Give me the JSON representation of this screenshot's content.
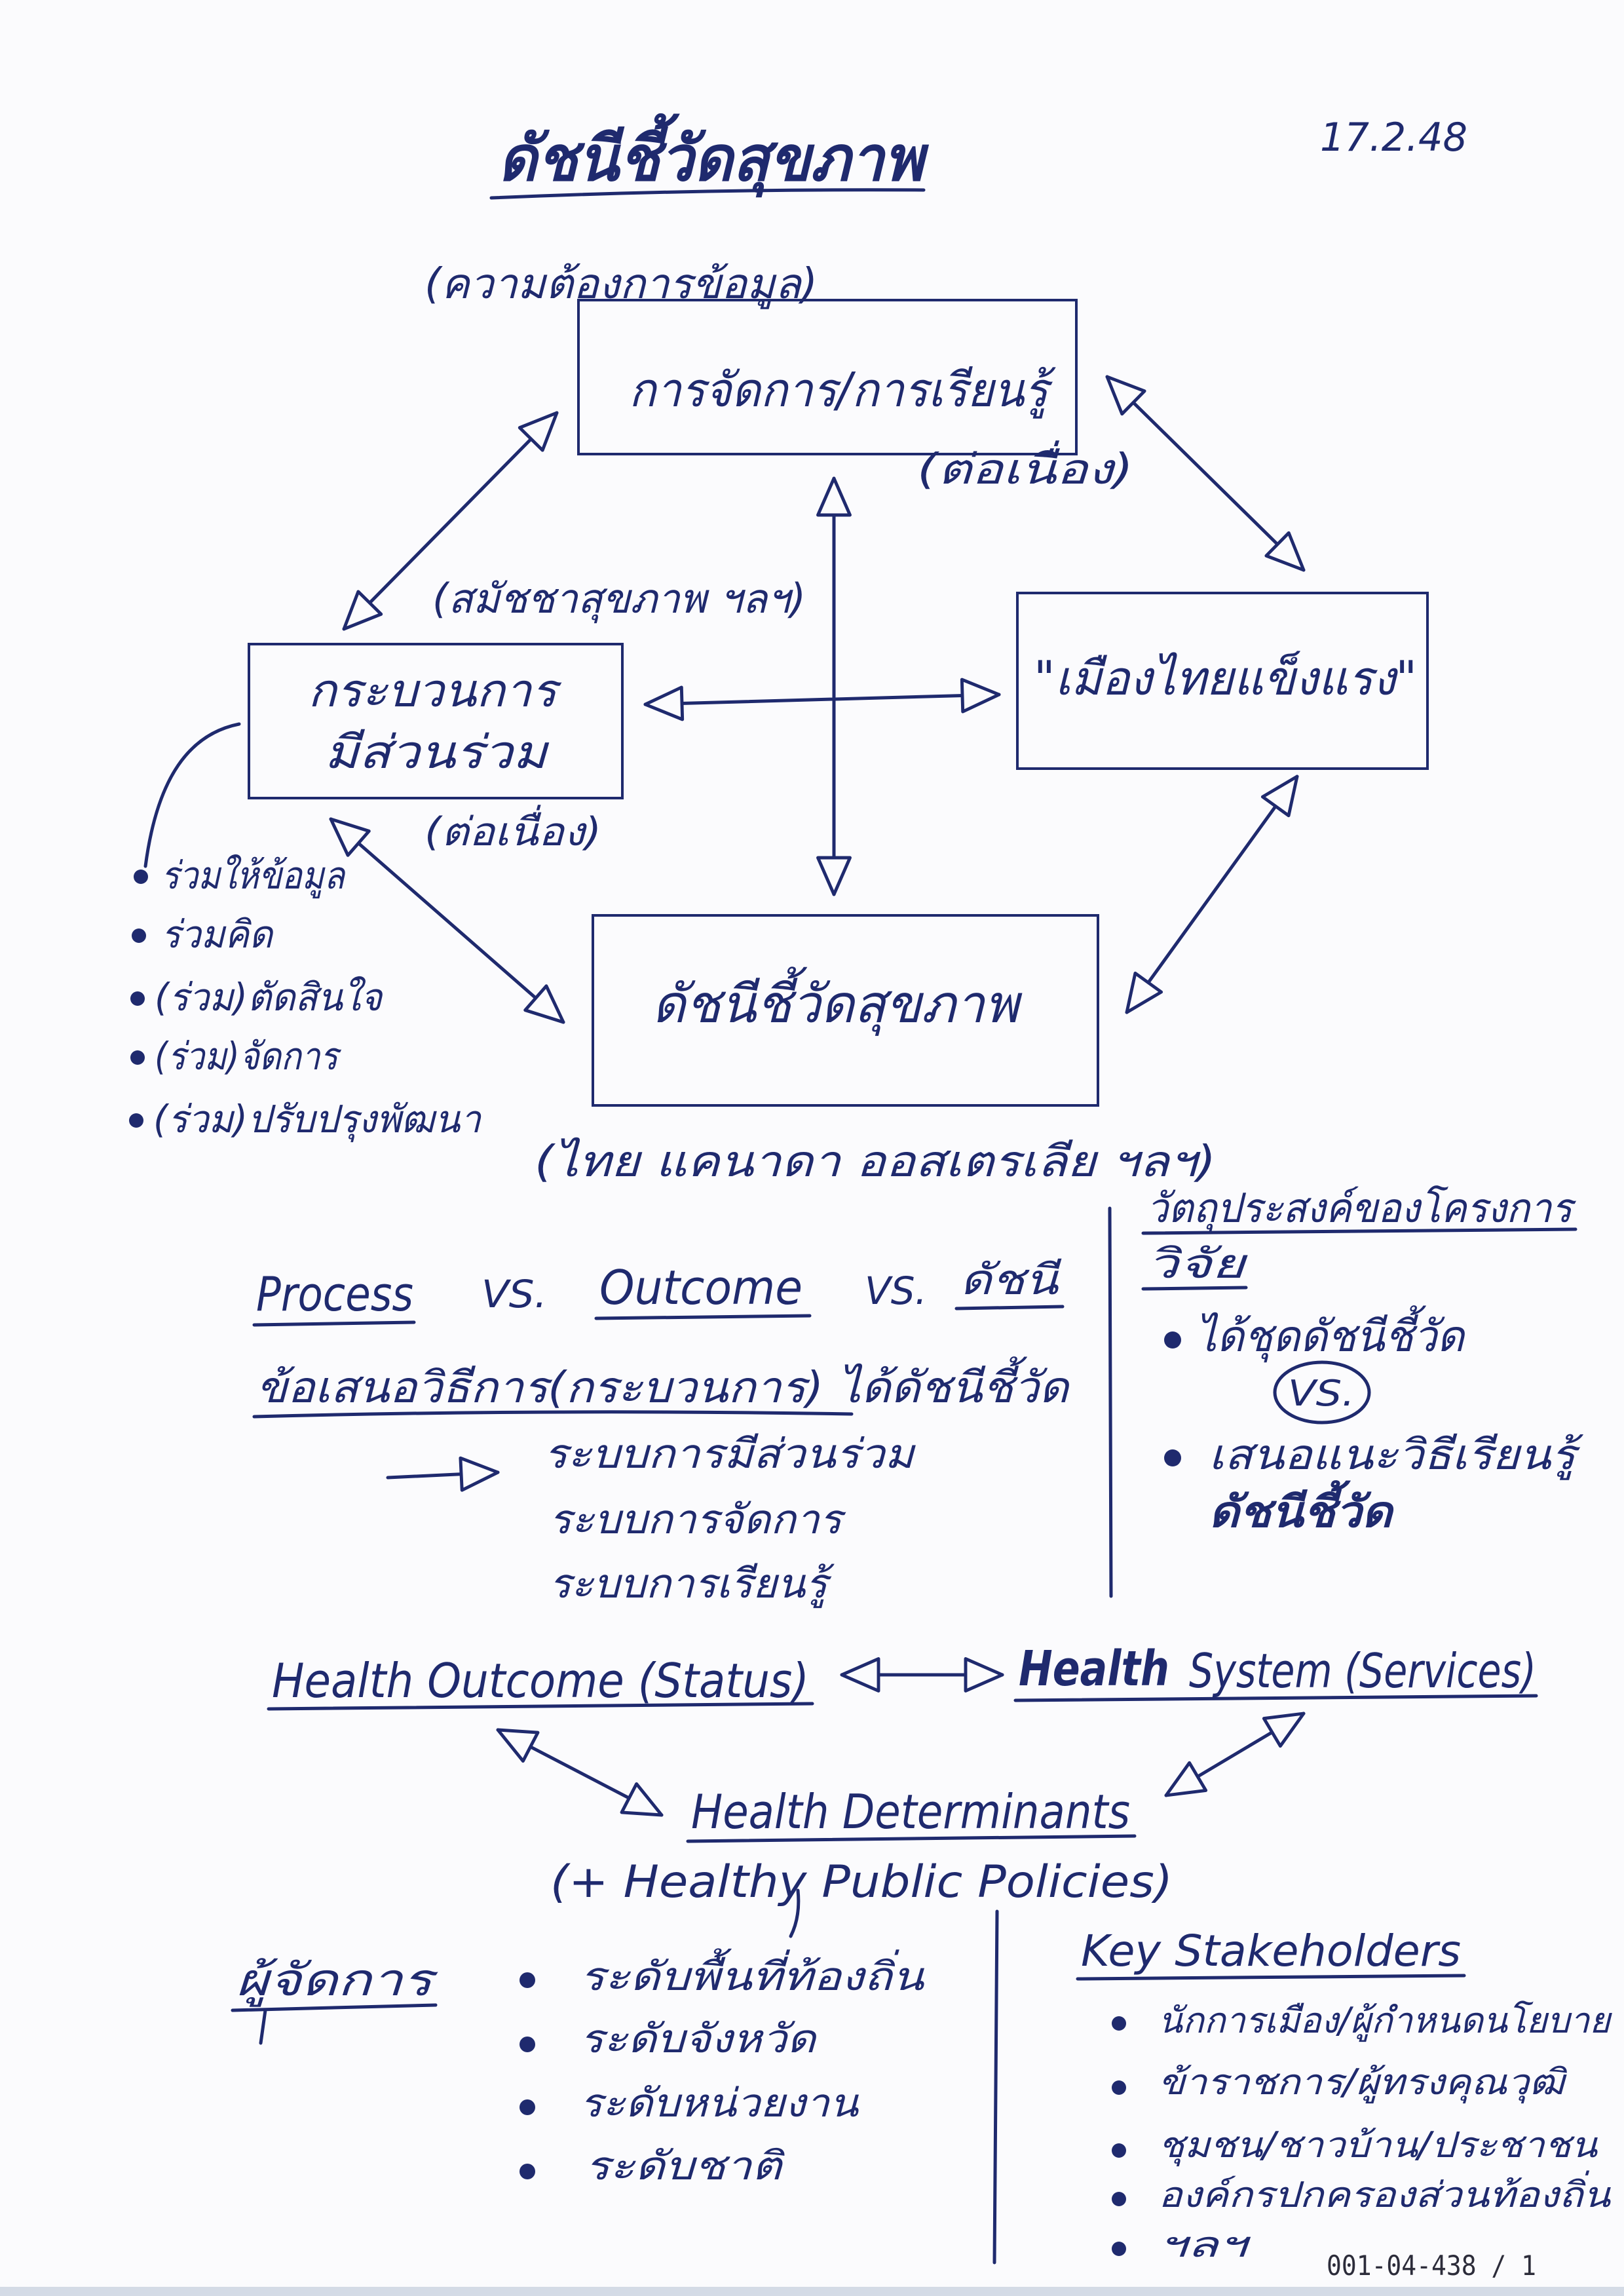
{
  "page": {
    "title": "ดัชนีชี้วัดสุขภาพ",
    "date": "17.2.48",
    "doc_id": "001-04-438 / 1"
  },
  "colors": {
    "ink": "#1f2a6e",
    "paper": "#fbfbfd"
  },
  "diagram": {
    "top_note": "(ความต้องการข้อมูล)",
    "top_box": "การจัดการ/การเรียนรู้",
    "top_box_note": "(ต่อเนื่อง)",
    "left_note": "(สมัชชาสุขภาพ ฯลฯ)",
    "left_box": [
      "กระบวนการ",
      "มีส่วนร่วม"
    ],
    "left_box_note": "(ต่อเนื่อง)",
    "right_box": "\"เมืองไทยแข็งแรง\"",
    "bottom_box": "ดัชนีชี้วัดสุขภาพ",
    "bottom_note": "(ไทย แคนาดา ออสเตรเลีย ฯลฯ)",
    "participation": [
      "ร่วมให้ข้อมูล",
      "ร่วมคิด",
      "(ร่วม)ตัดสินใจ",
      "(ร่วม)จัดการ",
      "(ร่วม)ปรับปรุงพัฒนา"
    ]
  },
  "comparison": {
    "process": "Process",
    "vs1": "VS.",
    "outcome": "Outcome",
    "vs2": "VS.",
    "index": "ดัชนี",
    "proposal": "ข้อเสนอวิธีการ(กระบวนการ) ได้ดัชนีชี้วัด",
    "systems": [
      "ระบบการมีส่วนร่วม",
      "ระบบการจัดการ",
      "ระบบการเรียนรู้"
    ]
  },
  "objectives": {
    "heading": "วัตถุประสงค์ของโครงการ",
    "heading_line2": "วิจัย",
    "item1": "ได้ชุดดัชนีชี้วัด",
    "vs": "VS.",
    "item2": "เสนอแนะวิธีเรียนรู้",
    "item2_line2": "ดัชนีชี้วัด"
  },
  "health_model": {
    "outcome": "Health Outcome (Status)",
    "system_bold": "Health",
    "system_rest": "System (Services)",
    "determinants": "Health Determinants",
    "policies": "(+ Healthy Public Policies)"
  },
  "management": {
    "heading": "ผู้จัดการ",
    "levels": [
      "ระดับพื้นที่ท้องถิ่น",
      "ระดับจังหวัด",
      "ระดับหน่วยงาน",
      "ระดับชาติ"
    ]
  },
  "stakeholders": {
    "heading": "Key Stakeholders",
    "items": [
      "นักการเมือง/ผู้กำหนดนโยบาย",
      "ข้าราชการ/ผู้ทรงคุณวุฒิ",
      "ชุมชน/ชาวบ้าน/ประชาชน",
      "องค์กรปกครองส่วนท้องถิ่น",
      "ฯลฯ"
    ]
  }
}
